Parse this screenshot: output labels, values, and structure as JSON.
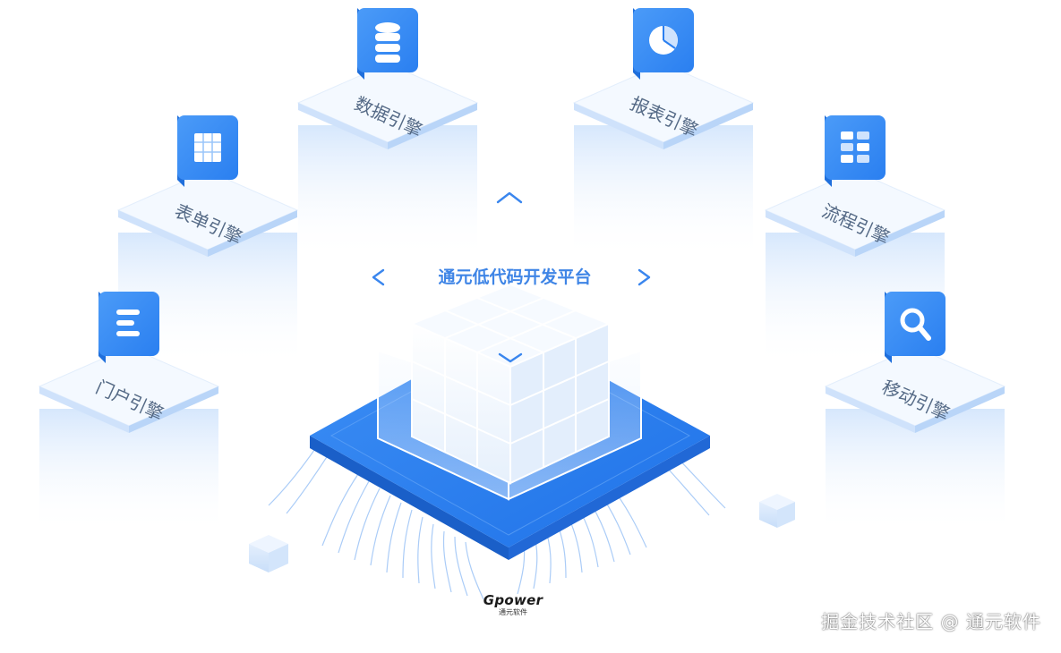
{
  "center": {
    "title": "通元低代码开发平台"
  },
  "engines": [
    {
      "label": "数据引擎",
      "icon": "database-icon"
    },
    {
      "label": "报表引擎",
      "icon": "pie-chart-icon"
    },
    {
      "label": "表单引擎",
      "icon": "table-grid-icon"
    },
    {
      "label": "流程引擎",
      "icon": "flowchart-icon"
    },
    {
      "label": "门户引擎",
      "icon": "menu-lines-icon"
    },
    {
      "label": "移动引擎",
      "icon": "magnifier-icon"
    }
  ],
  "brand": {
    "name": "Gpower",
    "subtitle": "通元软件"
  },
  "watermark": "掘金技术社区 @ 通元软件",
  "colors": {
    "primary": "#2a7ff0",
    "icon_blue": "#3a8ef5",
    "chip": "#2e83f0",
    "tile_top": "#f4f9ff",
    "tile_edge": "#cfe2fb",
    "text_blue": "#3f85e6",
    "label_gray": "#556a86"
  }
}
